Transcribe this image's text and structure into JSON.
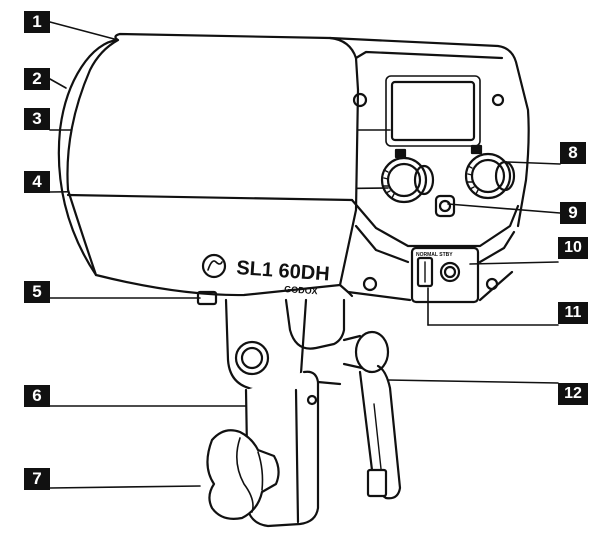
{
  "product": {
    "model_label": "SL1 60DH",
    "brand_label": "GODOX"
  },
  "control_panel": {
    "label_1": "NORMAL STBY"
  },
  "callouts": [
    {
      "id": "1",
      "name": "callout-1"
    },
    {
      "id": "2",
      "name": "callout-2"
    },
    {
      "id": "3",
      "name": "callout-3"
    },
    {
      "id": "4",
      "name": "callout-4"
    },
    {
      "id": "5",
      "name": "callout-5"
    },
    {
      "id": "6",
      "name": "callout-6"
    },
    {
      "id": "7",
      "name": "callout-7"
    },
    {
      "id": "8",
      "name": "callout-8"
    },
    {
      "id": "9",
      "name": "callout-9"
    },
    {
      "id": "10",
      "name": "callout-10"
    },
    {
      "id": "11",
      "name": "callout-11"
    },
    {
      "id": "12",
      "name": "callout-12"
    }
  ],
  "colors": {
    "line": "#111111",
    "body_fill": "#ffffff",
    "callout_bg": "#111111",
    "callout_text": "#ffffff"
  }
}
